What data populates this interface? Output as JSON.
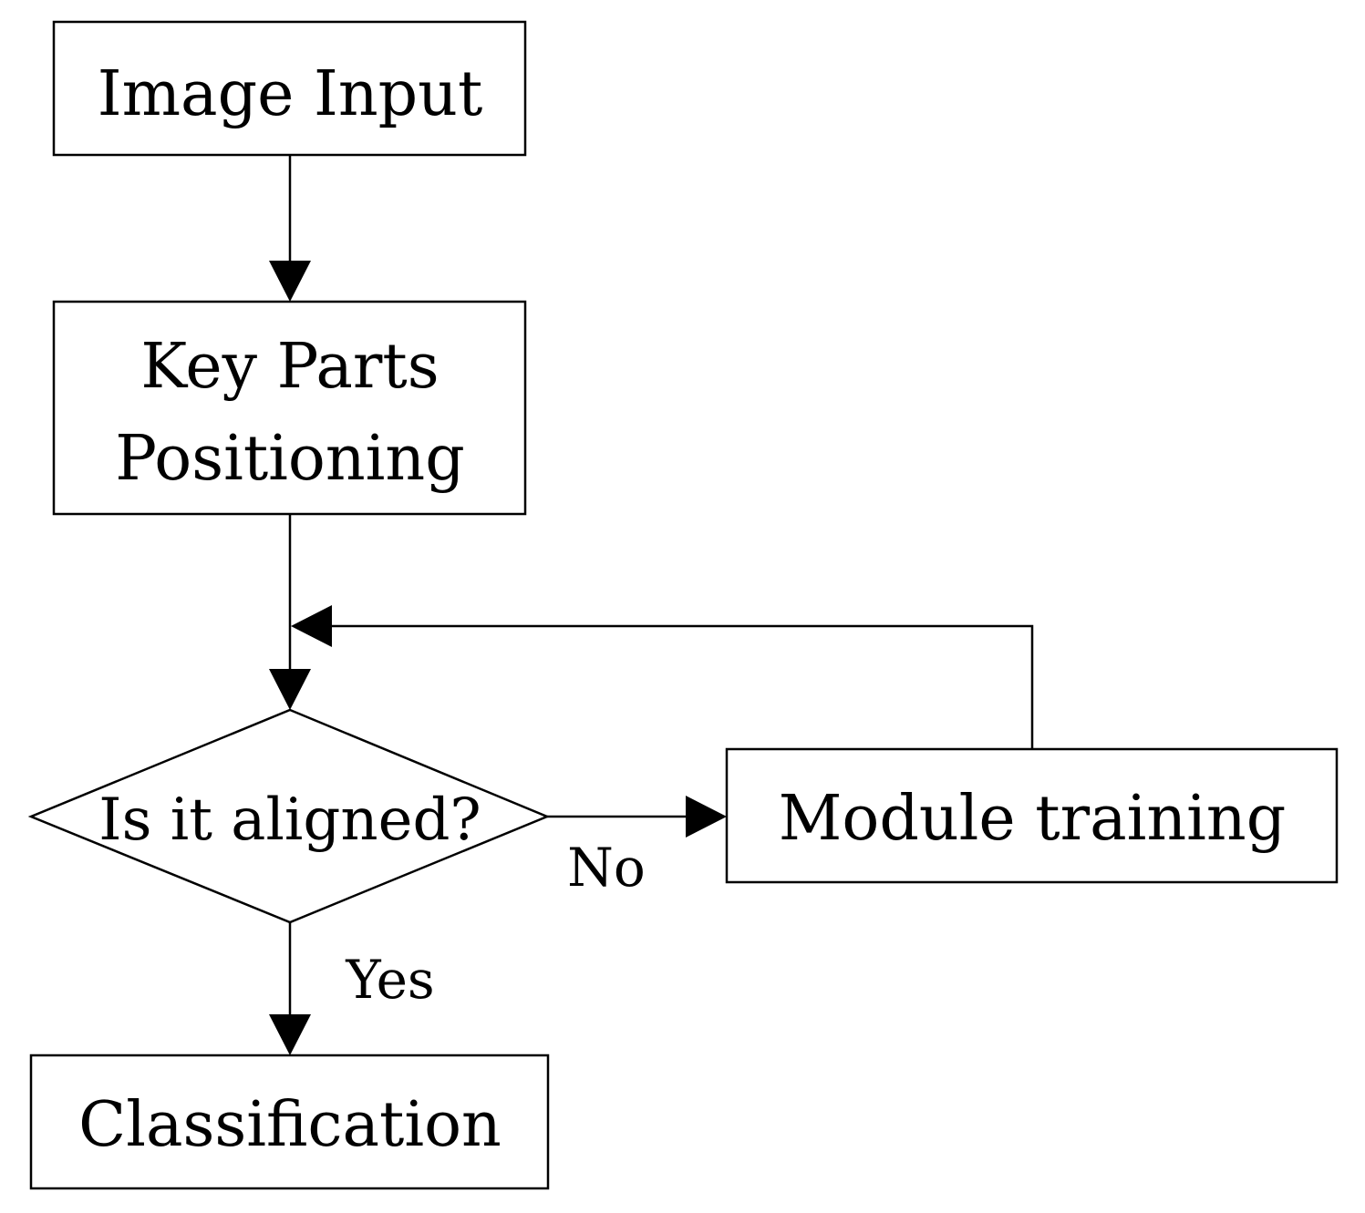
{
  "colors": {
    "stroke": "#000000",
    "background": "#ffffff"
  },
  "nodes": {
    "image_input": {
      "line1": "Image Input"
    },
    "key_parts": {
      "line1": "Key Parts",
      "line2": "Positioning"
    },
    "decision": {
      "line1": "Is it aligned?"
    },
    "module_training": {
      "line1": "Module training"
    },
    "classification": {
      "line1": "Classification"
    }
  },
  "edges": {
    "no_label": "No",
    "yes_label": "Yes"
  }
}
